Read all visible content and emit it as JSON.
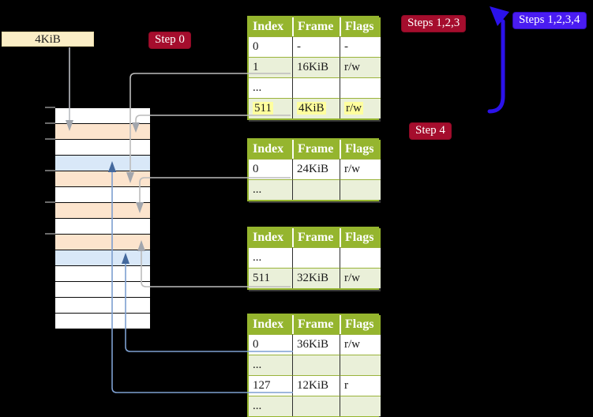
{
  "labels": {
    "page_size": "4KiB"
  },
  "badges": {
    "step0": {
      "label": "Step 0"
    },
    "steps123": {
      "label": "Steps 1,2,3"
    },
    "steps1234": {
      "label": "Steps 1,2,3,4"
    },
    "step4": {
      "label": "Step 4"
    }
  },
  "tables": [
    {
      "headers": [
        "Index",
        "Frame",
        "Flags"
      ],
      "rows": [
        {
          "cells": [
            "0",
            "-",
            "-"
          ]
        },
        {
          "cells": [
            "1",
            "16KiB",
            "r/w"
          ]
        },
        {
          "cells": [
            "...",
            "",
            ""
          ]
        },
        {
          "cells": [
            "511",
            "4KiB",
            "r/w"
          ],
          "highlighted": true
        }
      ]
    },
    {
      "headers": [
        "Index",
        "Frame",
        "Flags"
      ],
      "rows": [
        {
          "cells": [
            "0",
            "24KiB",
            "r/w"
          ]
        },
        {
          "cells": [
            "...",
            "",
            ""
          ]
        }
      ]
    },
    {
      "headers": [
        "Index",
        "Frame",
        "Flags"
      ],
      "rows": [
        {
          "cells": [
            "...",
            "",
            ""
          ]
        },
        {
          "cells": [
            "511",
            "32KiB",
            "r/w"
          ]
        }
      ]
    },
    {
      "headers": [
        "Index",
        "Frame",
        "Flags"
      ],
      "rows": [
        {
          "cells": [
            "0",
            "36KiB",
            "r/w"
          ]
        },
        {
          "cells": [
            "...",
            "",
            ""
          ]
        },
        {
          "cells": [
            "127",
            "12KiB",
            "r"
          ]
        },
        {
          "cells": [
            "...",
            "",
            ""
          ]
        }
      ]
    }
  ],
  "memory": {
    "rows": [
      "plain",
      "peach",
      "plain",
      "blue",
      "peach",
      "plain",
      "peach",
      "plain",
      "peach",
      "blue",
      "plain",
      "plain",
      "plain",
      "plain"
    ]
  },
  "icons": {
    "loop_arrow": "up-left-loop-arrow",
    "gray_connector_arrows": "down-up-connector-arrows",
    "blue_connector_arrows": "up-connector-arrows"
  },
  "colors": {
    "background": "#000000",
    "table_header_green": "#95b52e",
    "table_row_green": "#eaf0d9",
    "frame_row_peach": "#fce4cd",
    "frame_row_blue": "#d9e8f8",
    "highlight_yellow": "#ffff9e",
    "badge_red": "#a50d2d",
    "badge_blue": "#4a1cf2",
    "loop_arrow_blue": "#2b12ea",
    "connector_gray": "#bcbcbc",
    "connector_blue": "#7d9fd0",
    "page_size_box": "#fbeec6"
  }
}
